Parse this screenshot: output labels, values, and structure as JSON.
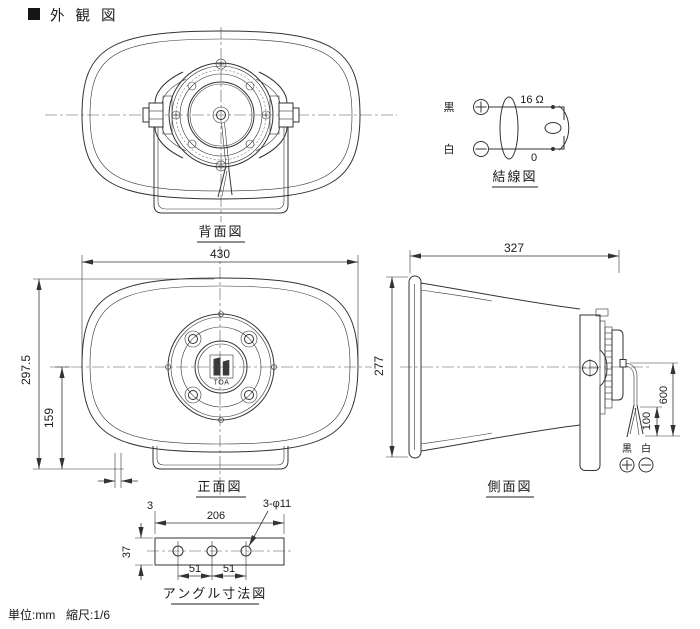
{
  "title": {
    "bullet": "■",
    "text": "外観図"
  },
  "views": {
    "rear": {
      "label": "背面図"
    },
    "wiring": {
      "label": "結線図",
      "black": "黒",
      "white": "白",
      "impedance": "16 Ω",
      "zero": "0",
      "plus": "+",
      "minus": "−"
    },
    "front": {
      "label": "正面図",
      "dim_width": "430",
      "dim_total_height": "297.5",
      "dim_bracket_height": "159",
      "logo": "TOA"
    },
    "side": {
      "label": "側面図",
      "dim_depth": "327",
      "dim_height": "277",
      "dim_wire_length": "600",
      "dim_wire_strip": "100",
      "wire_black": "黒",
      "wire_white": "白"
    },
    "angle": {
      "label": "アングル寸法図",
      "dim_edge": "3",
      "dim_length": "206",
      "dim_holes": "3-φ11",
      "dim_width": "37",
      "dim_pitch_left": "51",
      "dim_pitch_right": "51"
    }
  },
  "footer": {
    "unit": "単位:mm",
    "scale": "縮尺:1/6"
  },
  "colors": {
    "line": "#333333",
    "text": "#1c1c1c",
    "background": "#ffffff"
  }
}
